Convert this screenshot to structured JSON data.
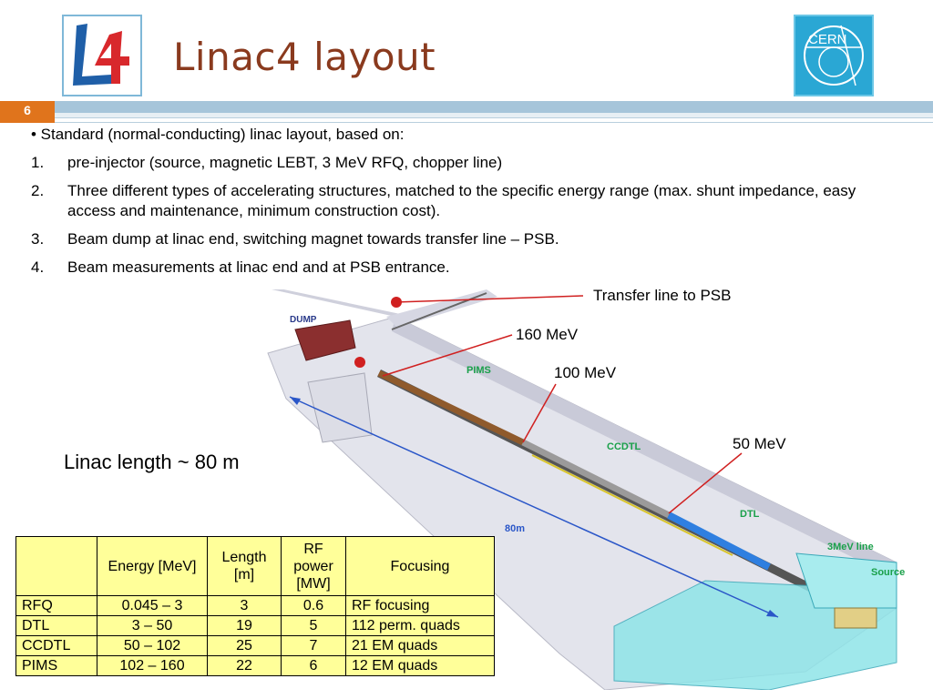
{
  "slide": {
    "number": "6",
    "title": "Linac4 layout"
  },
  "logos": {
    "left": "L4",
    "right": "CERN"
  },
  "intro": "• Standard (normal-conducting) linac layout, based on:",
  "items": [
    {
      "num": "1.",
      "text": "pre-injector (source, magnetic LEBT, 3 MeV RFQ, chopper line)"
    },
    {
      "num": "2.",
      "text": "Three different types of accelerating structures, matched to the specific energy range (max. shunt impedance, easy access and maintenance, minimum construction cost)."
    },
    {
      "num": "3.",
      "text": "Beam dump at linac end, switching magnet towards transfer line – PSB."
    },
    {
      "num": "4.",
      "text": "Beam measurements at linac end and at PSB entrance."
    }
  ],
  "diagram": {
    "labels": {
      "dump": "DUMP",
      "pims": "PIMS",
      "ccdtl": "CCDTL",
      "dtl": "DTL",
      "mev3": "3MeV line",
      "source": "Source",
      "length": "80m"
    },
    "callouts": {
      "psb": "Transfer line to PSB",
      "e160": "160 MeV",
      "e100": "100 MeV",
      "e50": "50 MeV"
    }
  },
  "linac_length": "Linac length ~ 80 m",
  "table": {
    "headers": [
      "",
      "Energy [MeV]",
      "Length [m]",
      "RF power [MW]",
      "Focusing"
    ],
    "rows": [
      [
        "RFQ",
        "0.045 – 3",
        "3",
        "0.6",
        "RF focusing"
      ],
      [
        "DTL",
        "3 – 50",
        "19",
        "5",
        "112 perm. quads"
      ],
      [
        "CCDTL",
        "50 – 102",
        "25",
        "7",
        "21 EM quads"
      ],
      [
        "PIMS",
        "102 – 160",
        "22",
        "6",
        "12 EM quads"
      ]
    ]
  }
}
